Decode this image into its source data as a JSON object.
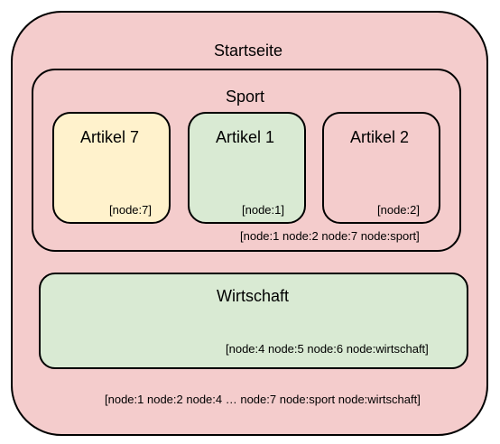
{
  "colors": {
    "startseite_fill": "#f4cccc",
    "sport_fill": "#f4cccc",
    "artikel7_fill": "#fff2cc",
    "artikel1_fill": "#d9ead3",
    "artikel2_fill": "#f4cccc",
    "wirtschaft_fill": "#d9ead3",
    "stroke": "#000000"
  },
  "startseite": {
    "title": "Startseite",
    "tags": "[node:1 node:2 node:4 … node:7 node:sport node:wirtschaft]"
  },
  "sport": {
    "title": "Sport",
    "tags": "[node:1 node:2 node:7 node:sport]",
    "articles": [
      {
        "title": "Artikel 7",
        "tag": "[node:7]"
      },
      {
        "title": "Artikel 1",
        "tag": "[node:1]"
      },
      {
        "title": "Artikel 2",
        "tag": "[node:2]"
      }
    ]
  },
  "wirtschaft": {
    "title": "Wirtschaft",
    "tags": "[node:4 node:5 node:6 node:wirtschaft]"
  }
}
